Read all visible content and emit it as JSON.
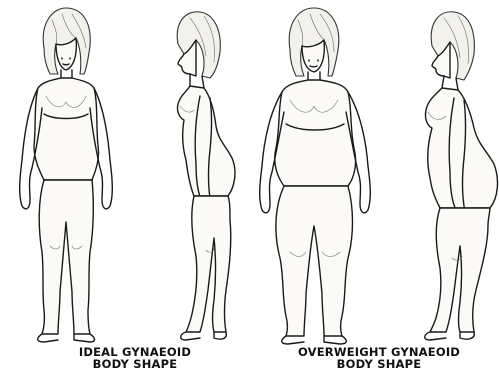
{
  "captions": {
    "ideal": {
      "line1": "IDEAL GYNAEOID",
      "line2": "BODY SHAPE"
    },
    "overweight": {
      "line1": "OVERWEIGHT GYNAEOID",
      "line2": "BODY SHAPE"
    }
  },
  "figures": [
    {
      "id": "ideal-front",
      "view": "front",
      "build": "ideal"
    },
    {
      "id": "ideal-side",
      "view": "side",
      "build": "ideal"
    },
    {
      "id": "overweight-front",
      "view": "front",
      "build": "overweight"
    },
    {
      "id": "overweight-side",
      "view": "side",
      "build": "overweight"
    }
  ],
  "style": {
    "ink": "#1a1a1a",
    "background": "#ffffff"
  }
}
